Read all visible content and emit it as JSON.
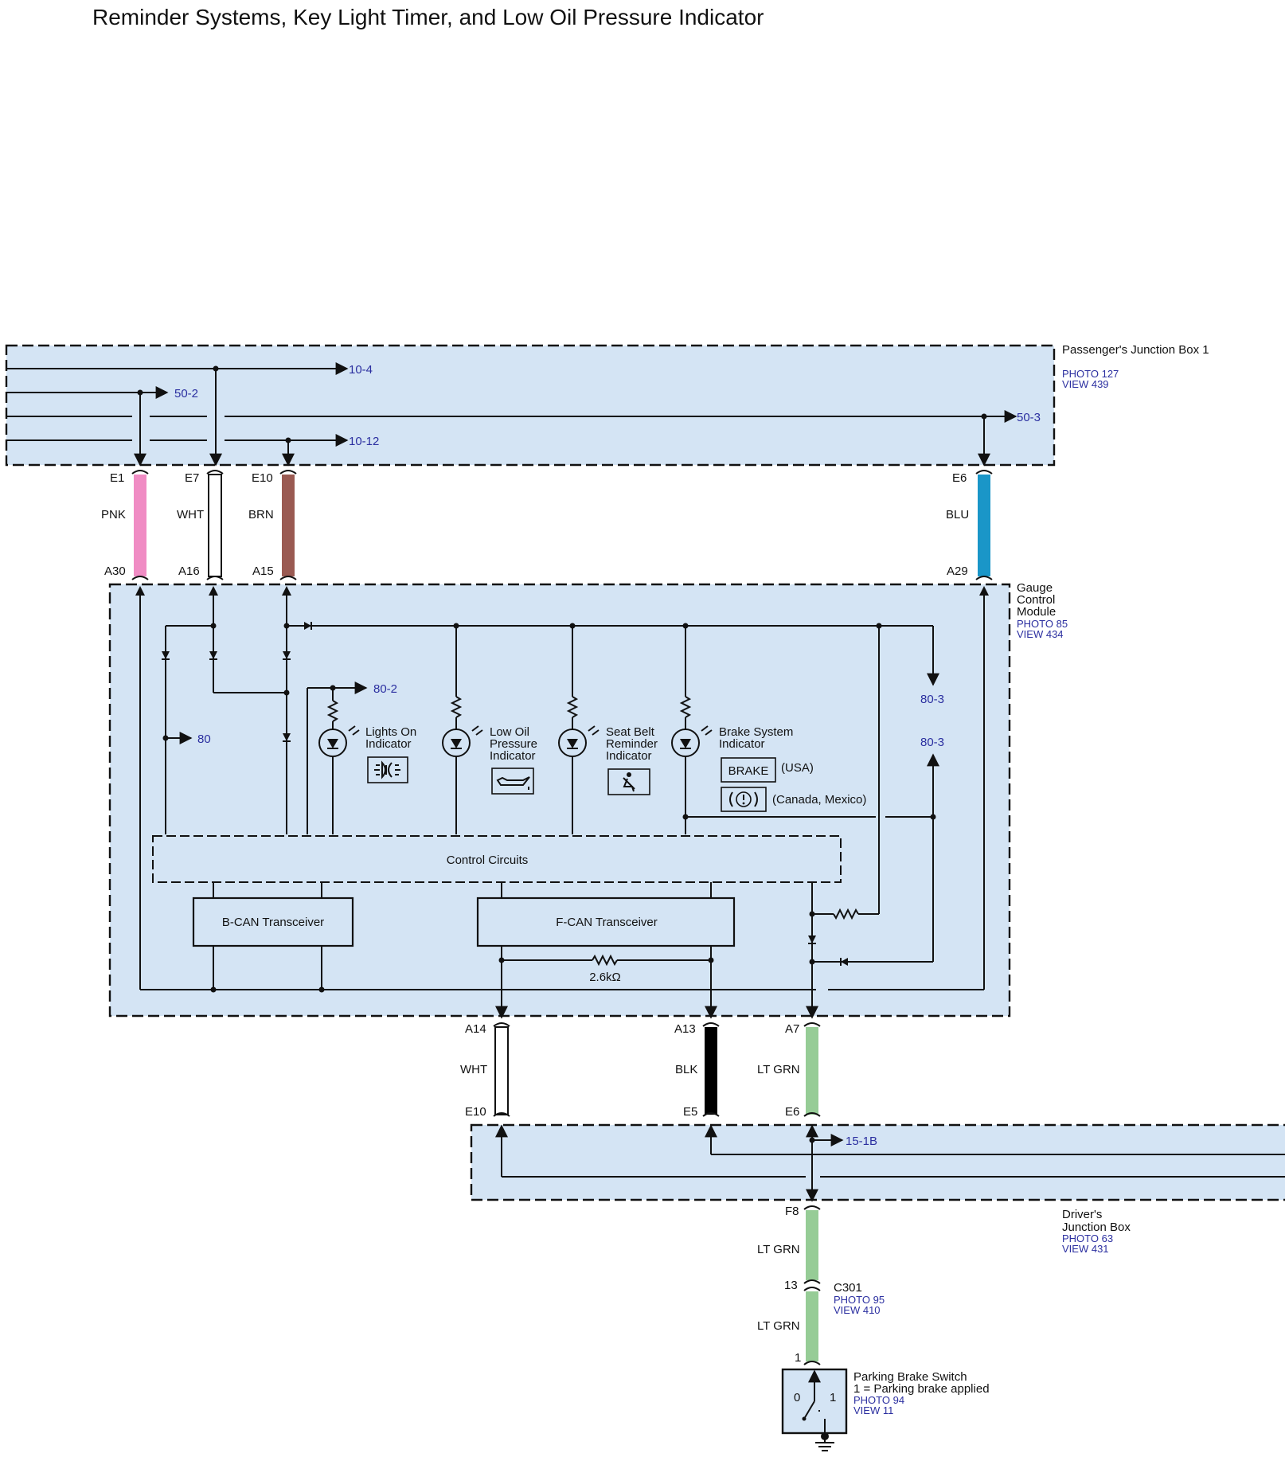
{
  "title": "Reminder Systems, Key Light Timer, and Low Oil Pressure Indicator",
  "components": {
    "passenger_jb": {
      "name": "Passenger's Junction Box 1",
      "photo": "PHOTO 127",
      "view": "VIEW 439"
    },
    "gauge_module": {
      "name": "Gauge Control Module",
      "photo": "PHOTO 85",
      "view": "VIEW 434"
    },
    "driver_jb": {
      "name": "Driver's Junction Box",
      "photo": "PHOTO 63",
      "view": "VIEW 431"
    },
    "c301": {
      "name": "C301",
      "photo": "PHOTO 95",
      "view": "VIEW 410"
    },
    "parking_switch": {
      "name": "Parking Brake Switch",
      "note": "1 = Parking brake applied",
      "photo": "PHOTO 94",
      "view": "VIEW 11",
      "pos0": "0",
      "pos1": "1"
    }
  },
  "wires": [
    {
      "from": "E1",
      "to": "A30",
      "color_name": "PNK",
      "color": "#f08cc4"
    },
    {
      "from": "E7",
      "to": "A16",
      "color_name": "WHT",
      "color": "#ffffff"
    },
    {
      "from": "E10",
      "to": "A15",
      "color_name": "BRN",
      "color": "#9a5a52"
    },
    {
      "from": "E6",
      "to": "A29",
      "color_name": "BLU",
      "color": "#1a96c8"
    },
    {
      "from": "A14",
      "to": "E10",
      "color_name": "WHT",
      "color": "#ffffff"
    },
    {
      "from": "A13",
      "to": "E5",
      "color_name": "BLK",
      "color": "#000000"
    },
    {
      "from": "A7",
      "to": "E6",
      "color_name": "LT GRN",
      "color": "#96cc96"
    },
    {
      "from": "F8",
      "to": "13",
      "color_name": "LT GRN",
      "color": "#96cc96"
    },
    {
      "from": "13",
      "to": "1",
      "color_name": "LT GRN",
      "color": "#96cc96"
    }
  ],
  "refs": {
    "r10_4": "10-4",
    "r50_2": "50-2",
    "r10_12": "10-12",
    "r50_3": "50-3",
    "r80_2": "80-2",
    "r80": "80",
    "r80_3a": "80-3",
    "r80_3b": "80-3",
    "r15_1b": "15-1B"
  },
  "indicators": {
    "lights_on": {
      "line1": "Lights On",
      "line2": "Indicator"
    },
    "low_oil": {
      "line1": "Low Oil",
      "line2": "Pressure",
      "line3": "Indicator"
    },
    "seat_belt": {
      "line1": "Seat Belt",
      "line2": "Reminder",
      "line3": "Indicator"
    },
    "brake": {
      "line1": "Brake System",
      "line2": "Indicator",
      "usa_label": "BRAKE",
      "usa": "(USA)",
      "canada": "(Canada, Mexico)"
    }
  },
  "blocks": {
    "control_circuits": "Control Circuits",
    "bcan": "B-CAN Transceiver",
    "fcan": "F-CAN Transceiver",
    "resistor": "2.6kΩ"
  },
  "colors": {
    "box_fill": "#d4e4f4",
    "ref_text": "#2b2fa0"
  }
}
